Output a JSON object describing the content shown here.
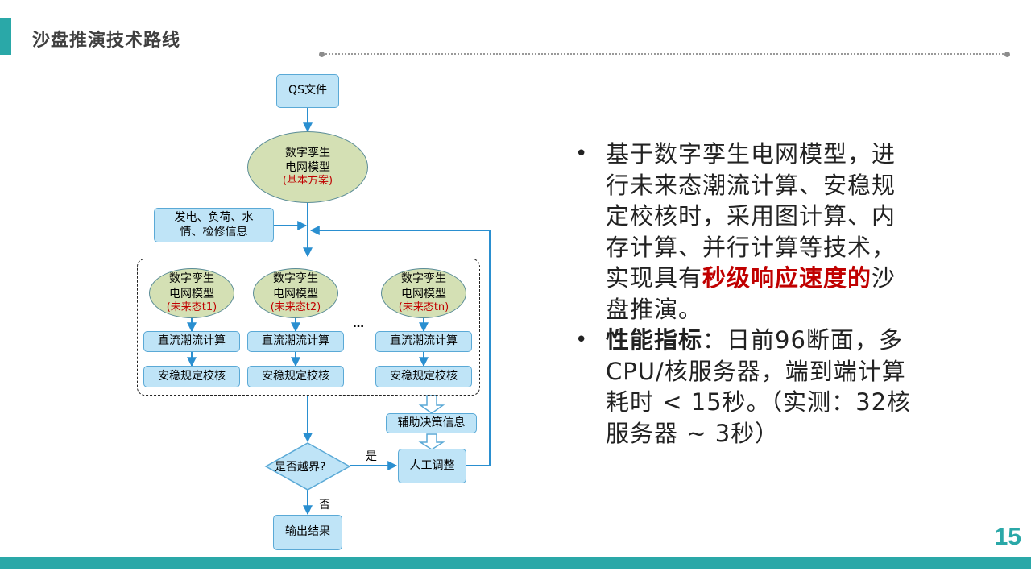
{
  "colors": {
    "accent": "#2aa8a8",
    "highlight": "#c00000"
  },
  "header": {
    "title": "沙盘推演技术路线"
  },
  "page": {
    "number": "15"
  },
  "flowchart": {
    "qs_file": "QS文件",
    "base_model": {
      "line1": "数字孪生",
      "line2": "电网模型",
      "note": "(基本方案)"
    },
    "info_box": {
      "line1": "发电、负荷、水",
      "line2": "情、检修信息"
    },
    "columns": [
      {
        "line1": "数字孪生",
        "line2": "电网模型",
        "note": "(未来态t1)",
        "calc": "直流潮流计算",
        "check": "安稳规定校核"
      },
      {
        "line1": "数字孪生",
        "line2": "电网模型",
        "note": "(未来态t2)",
        "calc": "直流潮流计算",
        "check": "安稳规定校核"
      },
      {
        "line1": "数字孪生",
        "line2": "电网模型",
        "note": "(未来态tn)",
        "calc": "直流潮流计算",
        "check": "安稳规定校核"
      }
    ],
    "ellipsis": "…",
    "aux_decision": "辅助决策信息",
    "decision": "是否越界?",
    "yes": "是",
    "no": "否",
    "manual_adjust": "人工调整",
    "output": "输出结果"
  },
  "bullets": {
    "b1": {
      "text1": "基于数字孪生电网模型，进行未来态潮流计算、安稳规定校核时，采用图计算、内存计算、并行计算等技术，实现具有",
      "highlight": "秒级响应速度的",
      "text2": "沙盘推演。"
    },
    "b2": {
      "bold": "性能指标",
      "text": "：日前96断面，多CPU/核服务器，端到端计算耗时 < 15秒。（实测：32核服务器 ~ 3秒）"
    }
  }
}
